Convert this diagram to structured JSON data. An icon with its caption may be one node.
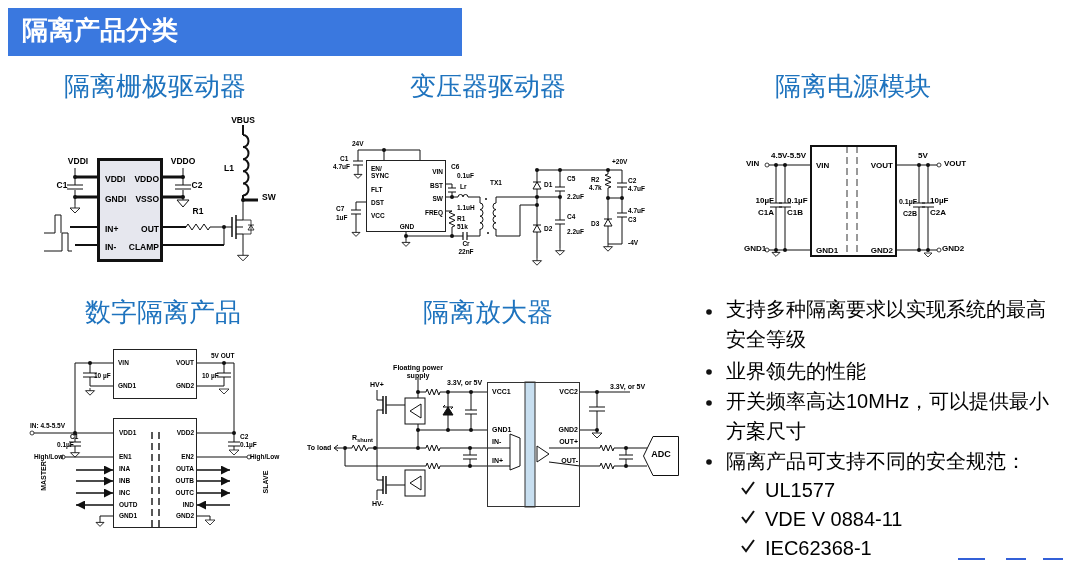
{
  "diagram": {
    "nodes": [
      {
        "text": [
          "隔离产品分类"
        ]
      },
      {
        "text": [
          "VDDI",
          "GNDI",
          "IN+",
          "IN-",
          "VDDO",
          "VSSO",
          "OUT",
          "CLAMP"
        ]
      },
      {
        "text": [
          "EN/ SYNC",
          "FLT",
          "DST",
          "VCC",
          "VIN",
          "BST",
          "SW",
          "FREQ",
          "GND"
        ]
      },
      {
        "text": [
          "VIN",
          "GND1",
          "VOUT",
          "GND2"
        ]
      },
      {
        "text": [
          "VIN",
          "GND1",
          "VOUT",
          "GND2"
        ]
      },
      {
        "text": [
          "VDD1",
          "EN1",
          "INA",
          "INB",
          "INC",
          "OUTD",
          "GND1",
          "VDD2",
          "EN2",
          "OUTA",
          "OUTB",
          "OUTC",
          "IND",
          "GND2"
        ]
      },
      {
        "text": [
          "VCC1",
          "GND1",
          "IN-",
          "IN+",
          "VCC2",
          "GND2",
          "OUT+",
          "OUT-"
        ]
      },
      {
        "text": [
          "ADC"
        ]
      }
    ],
    "edges": [
      {
        "from": null,
        "to": 5,
        "arrow": "to"
      },
      {
        "from": null,
        "to": 5,
        "arrow": "to"
      },
      {
        "from": null,
        "to": 5,
        "arrow": "to"
      },
      {
        "from": 5,
        "to": null,
        "arrow": "to"
      },
      {
        "from": 5,
        "to": null,
        "arrow": "to"
      },
      {
        "from": 5,
        "to": null,
        "arrow": "to"
      },
      {
        "from": 5,
        "to": null,
        "arrow": "to"
      },
      {
        "from": null,
        "to": 5,
        "arrow": "to"
      },
      {
        "from": 4,
        "to": 5,
        "arrow": "none"
      },
      {
        "from": 4,
        "to": 5,
        "arrow": "none"
      },
      {
        "from": 6,
        "to": 7,
        "arrow": "none"
      },
      {
        "from": 6,
        "to": 7,
        "arrow": "none"
      }
    ],
    "labels": [
      "隔离栅极驱动器",
      "VBUS",
      "VDDI",
      "VDDO",
      "L1",
      "C1",
      "C2",
      "SW",
      "R1",
      "变压器驱动器",
      "24V",
      "C1",
      "4.7uF",
      "C6",
      "0.1uF",
      "TX1",
      "Lr",
      "1.1uH",
      "R1",
      "51k",
      "C7",
      "1uF",
      "Cr",
      "22nF",
      "D1",
      "C5",
      "2.2uF",
      "D2",
      "C4",
      "2.2uF",
      "+20V",
      "R2",
      "4.7k",
      "C2",
      "4.7uF",
      "D3",
      "C3",
      "4.7uF",
      "-4V",
      "隔离电源模块",
      "VIN",
      "4.5V-5.5V",
      "5V",
      "VOUT",
      "10µF",
      "0.1µF",
      "0.1µF",
      "10µF",
      "C1A",
      "C1B",
      "C2B",
      "C2A",
      "GND1",
      "GND2",
      "数字隔离产品",
      "5V OUT",
      "10 µF",
      "10 µF",
      "IN: 4.5-5.5V",
      "C1",
      "0.1µF",
      "C2",
      "0.1µF",
      "High/Low",
      "High/Low",
      "MASTER",
      "SLAVE",
      "隔离放大器",
      "Floating power supply",
      "HV+",
      "3.3V, or 5V",
      "3.3V, or 5V",
      "R$_{shunt}$",
      "To load",
      "HV-",
      "支持多种隔离要求以实现系统的最高安全等级",
      "业界领先的性能",
      "开关频率高达10MHz，可以提供最小方案尺寸",
      "隔离产品可支持不同的安全规范：",
      "UL1577",
      "VDE V 0884-11",
      "IEC62368-1"
    ]
  }
}
